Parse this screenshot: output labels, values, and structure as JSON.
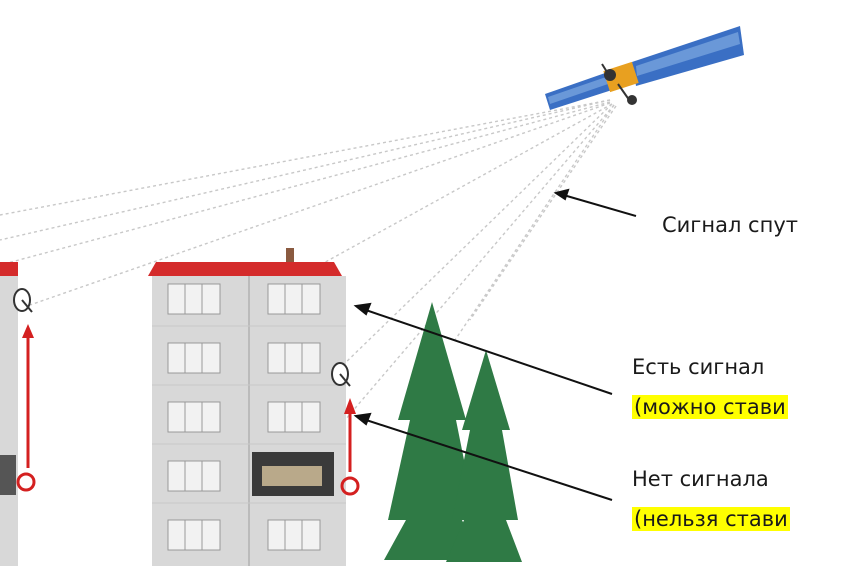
{
  "labels": {
    "satellite_signal": "Сигнал спут",
    "signal_yes": "Есть сигнал",
    "signal_yes_note": "(можно стави",
    "signal_no": "Нет сигнала",
    "signal_no_note": "(нельзя стави"
  },
  "colors": {
    "roof": "#d42b2b",
    "building": "#d8d8d8",
    "window_frame": "#c4c4c4",
    "tree": "#2f7a45",
    "arrow_red": "#d42020",
    "highlight": "#ffff00",
    "beam": "#cccccc"
  },
  "icons": [
    "satellite-icon",
    "dish-icon",
    "tree-icon"
  ]
}
